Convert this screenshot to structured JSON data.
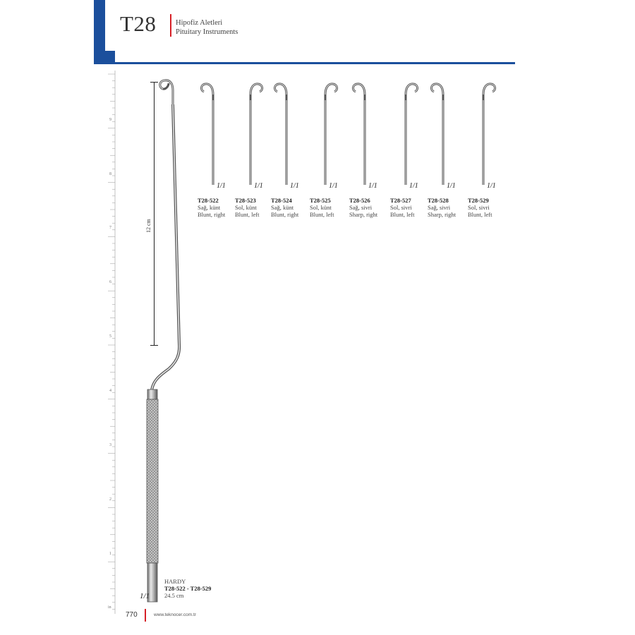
{
  "header": {
    "code": "T28",
    "title_tr": "Hipofiz Aletleri",
    "title_en": "Pituitary Instruments",
    "accent_color": "#1b4f9c",
    "separator_color": "#d62027"
  },
  "ruler": {
    "labels": [
      "9",
      "8",
      "7",
      "6",
      "5",
      "4",
      "3",
      "2",
      "1"
    ],
    "unit": "in"
  },
  "dimension": {
    "label": "12 cm"
  },
  "scale_mark": "1/1",
  "variants": [
    {
      "code": "T28-522",
      "tr": "Sağ, künt",
      "en": "Blunt, right",
      "direction": "right"
    },
    {
      "code": "T28-523",
      "tr": "Sol, künt",
      "en": "Blunt, left",
      "direction": "left"
    },
    {
      "code": "T28-524",
      "tr": "Sağ, künt",
      "en": "Blunt, right",
      "direction": "right"
    },
    {
      "code": "T28-525",
      "tr": "Sol, künt",
      "en": "Blunt, left",
      "direction": "left"
    },
    {
      "code": "T28-526",
      "tr": "Sağ, sivri",
      "en": "Sharp, right",
      "direction": "right"
    },
    {
      "code": "T28-527",
      "tr": "Sol, sivri",
      "en": "Blunt, left",
      "direction": "left"
    },
    {
      "code": "T28-528",
      "tr": "Sağ, sivri",
      "en": "Sharp, right",
      "direction": "right"
    },
    {
      "code": "T28-529",
      "tr": "Sol, sivri",
      "en": "Blunt, left",
      "direction": "left"
    }
  ],
  "product": {
    "name": "HARDY",
    "range": "T28-522 - T28-529",
    "length": "24.5 cm"
  },
  "footer": {
    "page_number": "770",
    "website": "www.teknocer.com.tr"
  }
}
